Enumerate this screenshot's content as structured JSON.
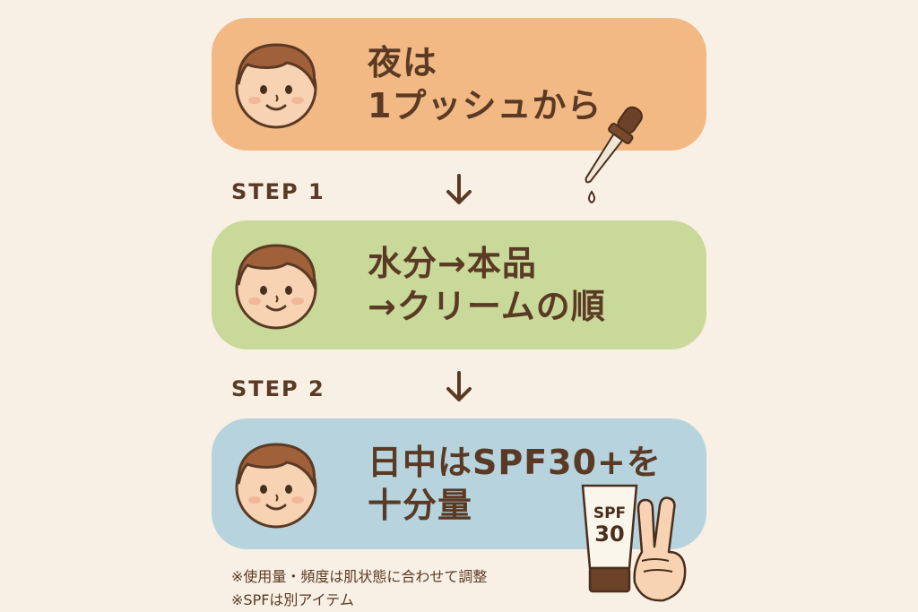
{
  "cards": [
    {
      "lines": [
        "夜は",
        "1プッシュから"
      ],
      "color": "#f2b985"
    },
    {
      "lines": [
        "水分→本品",
        "→クリームの順"
      ],
      "color": "#c9d99a"
    },
    {
      "lines": [
        "日中はSPF30+を",
        "十分量"
      ],
      "color": "#b7d4de"
    }
  ],
  "steps": [
    "STEP 1",
    "STEP 2"
  ],
  "sunscreen": {
    "line1": "SPF",
    "line2": "30"
  },
  "notes": [
    "※使用量・頻度は肌状態に合わせて調整",
    "※SPFは別アイテム"
  ],
  "icons": [
    "face-icon",
    "down-arrow-icon",
    "dropper-icon",
    "sunscreen-tube-icon",
    "peace-hand-icon"
  ]
}
